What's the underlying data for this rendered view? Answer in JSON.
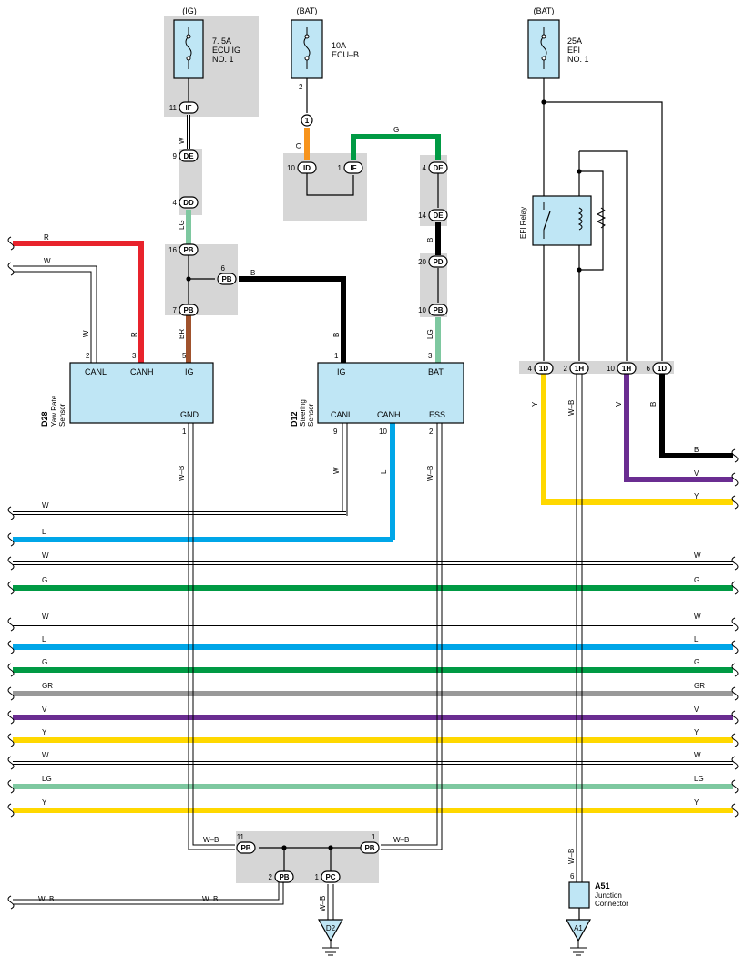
{
  "fuses": [
    {
      "id": "fuse-ig",
      "source": "(IG)",
      "label": [
        "7. 5A",
        "ECU IG",
        "NO. 1"
      ]
    },
    {
      "id": "fuse-bat-ecu",
      "source": "(BAT)",
      "label": [
        "10A",
        "ECU–B"
      ],
      "pin": "2"
    },
    {
      "id": "fuse-bat-efi",
      "source": "(BAT)",
      "label": [
        "25A",
        "EFI",
        "NO. 1"
      ]
    }
  ],
  "junctions": [
    {
      "name": "IF",
      "pin": "11"
    },
    {
      "name": "DE",
      "pin": "9"
    },
    {
      "name": "DD",
      "pin": "4"
    },
    {
      "name": "1",
      "pin": ""
    },
    {
      "name": "ID",
      "pin": "10"
    },
    {
      "name": "IF",
      "pin": "1"
    },
    {
      "name": "DE",
      "pin": "4"
    },
    {
      "name": "DE",
      "pin": "14"
    },
    {
      "name": "PD",
      "pin": "20"
    },
    {
      "name": "PB",
      "pin": "10"
    },
    {
      "name": "PB",
      "pin": "16"
    },
    {
      "name": "PB",
      "pin": "6"
    },
    {
      "name": "PB",
      "pin": "7"
    },
    {
      "name": "1D",
      "pin": "4"
    },
    {
      "name": "1H",
      "pin": "2"
    },
    {
      "name": "1H",
      "pin": "10"
    },
    {
      "name": "1D",
      "pin": "6"
    },
    {
      "name": "PB",
      "pin": "11"
    },
    {
      "name": "PB",
      "pin": "1"
    },
    {
      "name": "PB",
      "pin": "2"
    },
    {
      "name": "PC",
      "pin": "1"
    }
  ],
  "wire_labels": {
    "w_ig": "W",
    "lg_ig": "LG",
    "br": "BR",
    "b_pb": "B",
    "o": "O",
    "g_top": "G",
    "b_pd": "B",
    "lg_bat": "LG",
    "r": "R",
    "w_left": "W",
    "w_canl": "W",
    "r_canh": "R",
    "b_ig": "B",
    "y_1d": "Y",
    "wb_1h": "W–B",
    "v_1h": "V",
    "b_1d": "B",
    "gnd_wb": "W–B",
    "canl_w": "W",
    "canh_l": "L",
    "ess_wb": "W–B",
    "wb_pb11": "W–B",
    "wb_pb1": "W–B",
    "wb_pb2a": "W–B",
    "wb_pb2b": "W–B",
    "wb_pc": "W–B",
    "wb_a51": "W–B"
  },
  "right_short": [
    "B",
    "V",
    "Y"
  ],
  "bus": [
    {
      "left": "W",
      "right": ""
    },
    {
      "left": "L",
      "right": ""
    },
    {
      "left": "W",
      "right": "W"
    },
    {
      "left": "G",
      "right": "G"
    },
    {
      "left": "W",
      "right": "W"
    },
    {
      "left": "L",
      "right": "L"
    },
    {
      "left": "G",
      "right": "G"
    },
    {
      "left": "GR",
      "right": "GR"
    },
    {
      "left": "V",
      "right": "V"
    },
    {
      "left": "Y",
      "right": "Y"
    },
    {
      "left": "W",
      "right": "W"
    },
    {
      "left": "LG",
      "right": "LG"
    },
    {
      "left": "Y",
      "right": "Y"
    }
  ],
  "yaw_sensor": {
    "code": "D28",
    "name": [
      "Yaw Rate",
      "Sensor"
    ],
    "pins": [
      {
        "label": "CANL",
        "num": "2"
      },
      {
        "label": "CANH",
        "num": "3"
      },
      {
        "label": "IG",
        "num": "5"
      }
    ],
    "gnd": {
      "label": "GND",
      "num": "1"
    }
  },
  "steering_sensor": {
    "code": "D12",
    "name": [
      "Steering",
      "Sensor"
    ],
    "ig": {
      "label": "IG",
      "num": "1"
    },
    "bat": {
      "label": "BAT",
      "num": "3"
    },
    "canl": {
      "label": "CANL",
      "num": "9"
    },
    "canh": {
      "label": "CANH",
      "num": "10"
    },
    "ess": {
      "label": "ESS",
      "num": "2"
    }
  },
  "efi_relay": {
    "label": "EFI Relay"
  },
  "a51": {
    "code": "A51",
    "name": [
      "Junction",
      "Connector"
    ],
    "pin": "6"
  },
  "grounds": [
    {
      "label": "D2"
    },
    {
      "label": "A1"
    }
  ],
  "colors": {
    "R": "#e8232c",
    "G": "#009a44",
    "L": "#00a6e8",
    "Y": "#ffd800",
    "V": "#6a2d91",
    "GR": "#999999",
    "LG": "#7ec8a0",
    "O": "#f7941d",
    "B": "#000000",
    "BR": "#a0522d",
    "W": "#ffffff",
    "box": "#bfe6f5",
    "gray": "#d6d6d6"
  }
}
